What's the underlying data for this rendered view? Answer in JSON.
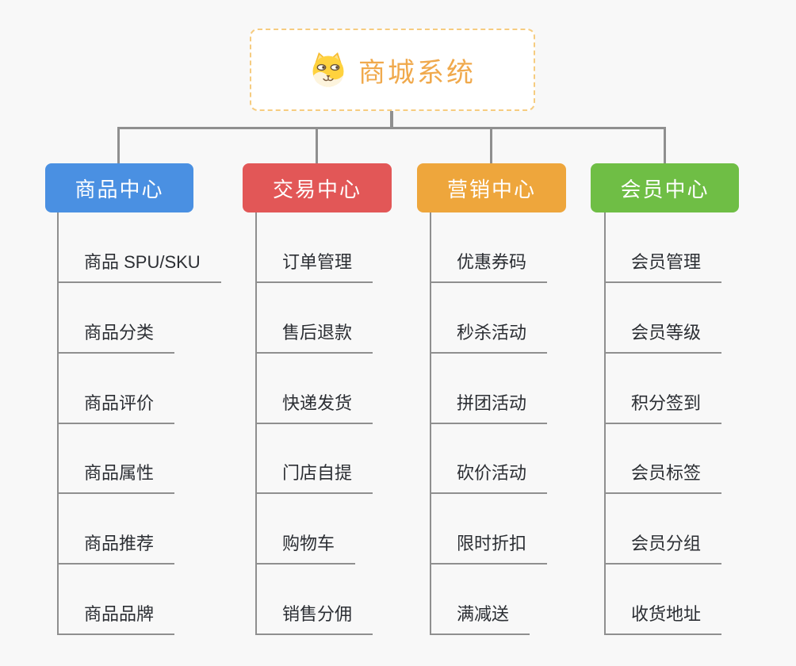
{
  "page": {
    "background_color": "#f8f8f8",
    "connector_color": "#8f8f8f"
  },
  "root": {
    "title": "商城系统",
    "icon": "dog-face-icon",
    "title_color": "#f0a94c",
    "border_color": "#f6cc80"
  },
  "branches": [
    {
      "label": "商品中心",
      "color": "#4A90E2",
      "children": [
        "商品 SPU/SKU",
        "商品分类",
        "商品评价",
        "商品属性",
        "商品推荐",
        "商品品牌"
      ]
    },
    {
      "label": "交易中心",
      "color": "#E25757",
      "children": [
        "订单管理",
        "售后退款",
        "快递发货",
        "门店自提",
        "购物车",
        "销售分佣"
      ]
    },
    {
      "label": "营销中心",
      "color": "#EEA63C",
      "children": [
        "优惠券码",
        "秒杀活动",
        "拼团活动",
        "砍价活动",
        "限时折扣",
        "满减送"
      ]
    },
    {
      "label": "会员中心",
      "color": "#6FBE45",
      "children": [
        "会员管理",
        "会员等级",
        "积分签到",
        "会员标签",
        "会员分组",
        "收货地址"
      ]
    }
  ]
}
